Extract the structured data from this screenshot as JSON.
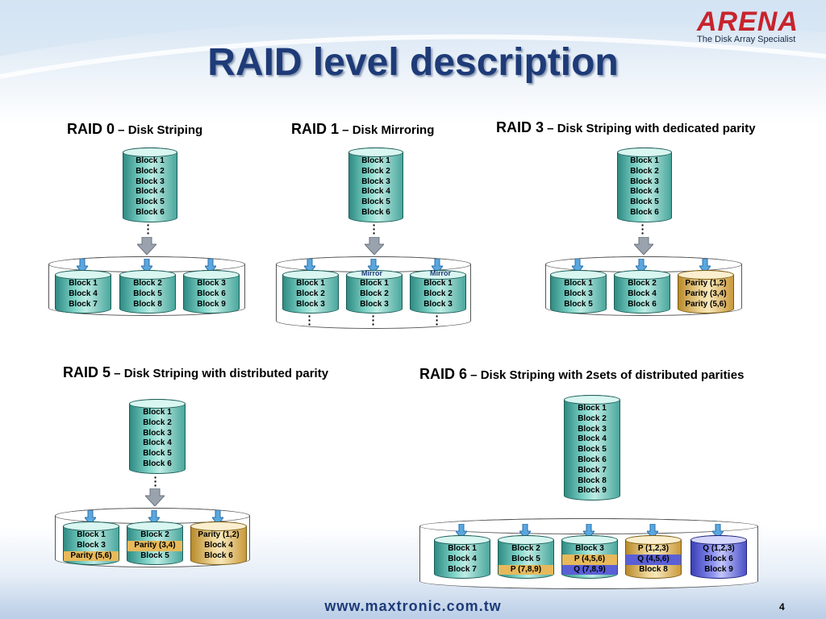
{
  "header": {
    "title": "RAID level description"
  },
  "logo": {
    "word": "ARENA",
    "tagline": "The Disk Array Specialist"
  },
  "footer": {
    "url": "www.maxtronic.com.tw",
    "page": "4"
  },
  "sections": {
    "raid0": {
      "level": "RAID 0",
      "desc": " – Disk Striping",
      "source": [
        "Block 1",
        "Block 2",
        "Block 3",
        "Block 4",
        "Block 5",
        "Block 6"
      ],
      "disks": [
        [
          "Block 1",
          "Block 4",
          "Block 7"
        ],
        [
          "Block 2",
          "Block 5",
          "Block 8"
        ],
        [
          "Block 3",
          "Block 6",
          "Block 9"
        ]
      ]
    },
    "raid1": {
      "level": "RAID 1",
      "desc": " – Disk Mirroring",
      "source": [
        "Block 1",
        "Block 2",
        "Block 3",
        "Block 4",
        "Block 5",
        "Block 6"
      ],
      "mirror_label": "Mirror",
      "disks": [
        [
          "Block 1",
          "Block 2",
          "Block 3"
        ],
        [
          "Block 1",
          "Block 2",
          "Block 3"
        ],
        [
          "Block 1",
          "Block 2",
          "Block 3"
        ]
      ]
    },
    "raid3": {
      "level": "RAID 3",
      "desc": " – Disk Striping with dedicated parity",
      "source": [
        "Block 1",
        "Block 2",
        "Block 3",
        "Block 4",
        "Block 5",
        "Block 6"
      ],
      "disks": [
        [
          "Block 1",
          "Block 3",
          "Block 5"
        ],
        [
          "Block 2",
          "Block 4",
          "Block 6"
        ],
        [
          "Parity (1,2)",
          "Parity (3,4)",
          "Parity (5,6)"
        ]
      ]
    },
    "raid5": {
      "level": "RAID 5",
      "desc": " – Disk Striping with distributed parity",
      "source": [
        "Block 1",
        "Block 2",
        "Block 3",
        "Block 4",
        "Block 5",
        "Block 6"
      ],
      "disks": [
        [
          "Block 1",
          "Block 3",
          "Parity (5,6)"
        ],
        [
          "Block 2",
          "Parity (3,4)",
          "Block 5"
        ],
        [
          "Parity (1,2)",
          "Block 4",
          "Block 6"
        ]
      ]
    },
    "raid6": {
      "level": "RAID 6",
      "desc": " – Disk Striping with 2sets of distributed parities",
      "source": [
        "Block 1",
        "Block 2",
        "Block 3",
        "Block 4",
        "Block 5",
        "Block 6",
        "Block 7",
        "Block 8",
        "Block 9"
      ],
      "disks": [
        [
          "Block 1",
          "Block 4",
          "Block 7"
        ],
        [
          "Block 2",
          "Block 5",
          "P (7,8,9)"
        ],
        [
          "Block 3",
          "P (4,5,6)",
          "Q (7,8,9)"
        ],
        [
          "P (1,2,3)",
          "Q (4,5,6)",
          "Block 8"
        ],
        [
          "Q (1,2,3)",
          "Block 6",
          "Block 9"
        ]
      ]
    }
  },
  "colors": {
    "title": "#1e3b78",
    "disk_teal": "#7fd4c8",
    "parity_gold": "#e7b95b",
    "parity_q_blue": "#5a5fd6",
    "logo_red": "#c8232c"
  }
}
